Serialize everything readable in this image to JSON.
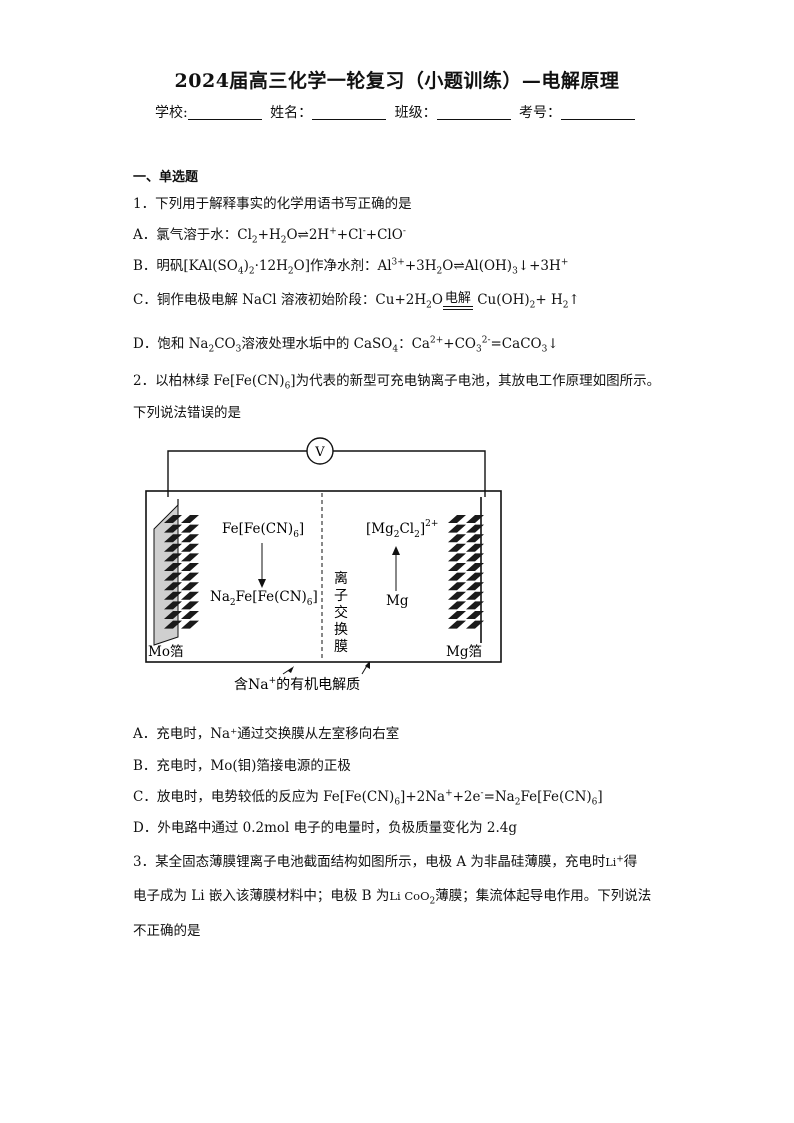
{
  "header": {
    "title": "2024届高三化学一轮复习（小题训练）—电解原理",
    "school_label": "学校:",
    "name_label": "姓名：",
    "class_label": "班级：",
    "number_label": "考号："
  },
  "section": {
    "title": "一、单选题"
  },
  "q1": {
    "stem": "1．下列用于解释事实的化学用语书写正确的是",
    "a_prefix": "A．氯气溶于水：",
    "b_prefix": "B．明矾[KAl(SO",
    "b_mid": "作净水剂：",
    "c_prefix": "C．铜作电极电解 NaCl 溶液初始阶段：",
    "c_cond": "电解",
    "d_prefix": "D．饱和 Na",
    "d_mid": "溶液处理水垢中的 CaSO",
    "d_colon": "："
  },
  "q2": {
    "stem_line1": "2．以柏林绿 Fe[Fe(CN)",
    "stem_line1_end": "]为代表的新型可充电钠离子电池，其放电工作原理如图所示。",
    "stem_line2": "下列说法错误的是",
    "figure": {
      "voltmeter": "V",
      "left_electrode_label": "Mo箔",
      "right_electrode_label": "Mg箔",
      "membrane_label": [
        "离",
        "子",
        "交",
        "换",
        "膜"
      ],
      "electrolyte_label": "含Na",
      "electrolyte_label_end": "的有机电解质",
      "left_top_species": "Fe[Fe(CN)",
      "left_bottom_species": "Na",
      "right_top_species": "[Mg",
      "right_bottom_species": "Mg"
    },
    "options": {
      "a": "A．充电时，Na⁺通过交换膜从左室移向右室",
      "b": "B．充电时，Mo(钼)箔接电源的正极",
      "c_prefix": "C．放电时，电势较低的反应为 Fe[Fe(CN)",
      "d": "D．外电路中通过 0.2mol 电子的电量时，负极质量变化为 2.4g"
    }
  },
  "q3": {
    "line1": "3．某全固态薄膜锂离子电池截面结构如图所示，电极 A 为非晶硅薄膜，充电时",
    "line1_end": "得",
    "line2_prefix": "电子成为 Li 嵌入该薄膜材料中；电极 B 为",
    "line2_end": "薄膜；集流体起导电作用。下列说法",
    "line3": "不正确的是"
  }
}
